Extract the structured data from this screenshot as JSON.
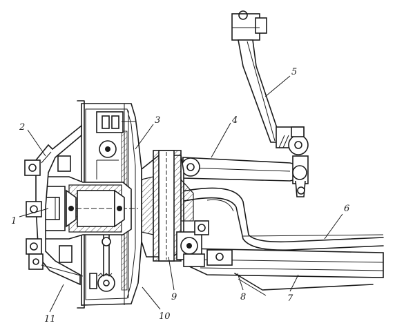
{
  "figure": {
    "labels": [
      {
        "id": "1",
        "text": "1"
      },
      {
        "id": "2",
        "text": "2"
      },
      {
        "id": "3",
        "text": "3"
      },
      {
        "id": "4",
        "text": "4"
      },
      {
        "id": "5",
        "text": "5"
      },
      {
        "id": "6",
        "text": "6"
      },
      {
        "id": "7",
        "text": "7"
      },
      {
        "id": "8",
        "text": "8"
      },
      {
        "id": "9",
        "text": "9"
      },
      {
        "id": "10",
        "text": "10"
      },
      {
        "id": "11",
        "text": "11"
      }
    ]
  }
}
